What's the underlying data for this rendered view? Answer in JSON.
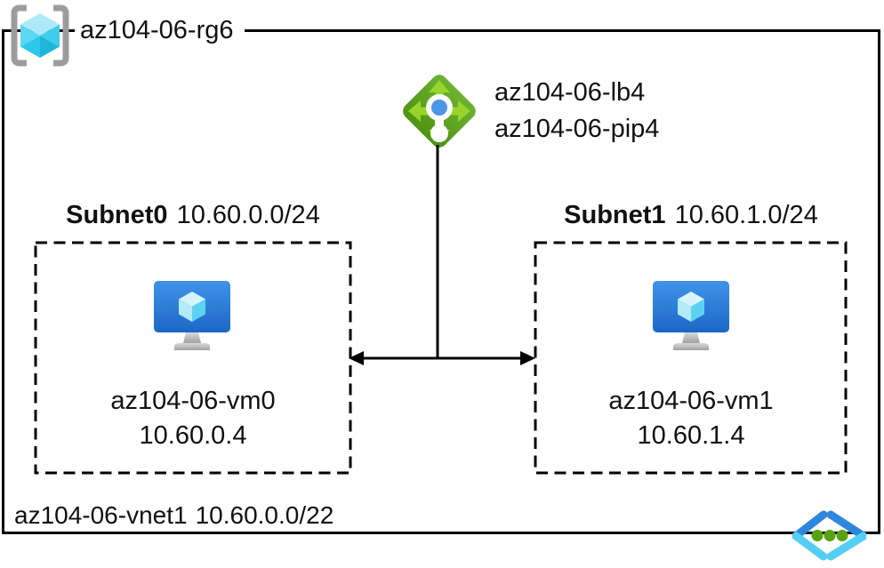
{
  "resource_group": {
    "name": "az104-06-rg6"
  },
  "load_balancer": {
    "name": "az104-06-lb4",
    "public_ip": "az104-06-pip4"
  },
  "subnets": [
    {
      "name": "Subnet0",
      "cidr": "10.60.0.0/24",
      "vm": {
        "name": "az104-06-vm0",
        "ip": "10.60.0.4"
      }
    },
    {
      "name": "Subnet1",
      "cidr": "10.60.1.0/24",
      "vm": {
        "name": "az104-06-vm1",
        "ip": "10.60.1.4"
      }
    }
  ],
  "vnet": {
    "name": "az104-06-vnet1",
    "cidr": "10.60.0.0/22"
  },
  "icons": {
    "resource_group": "resource-group-icon",
    "load_balancer": "load-balancer-icon",
    "virtual_machine": "virtual-machine-icon",
    "virtual_network": "virtual-network-icon"
  },
  "colors": {
    "outline": "#000000",
    "lb_diamond_green": "#5b9e2d",
    "lb_arrow_green": "#96d62c",
    "lb_dot_blue": "#4b96e8",
    "vm_screen_blue": "#2a7ad0",
    "cube_cyan": "#32bedd",
    "bracket_gray": "#9c9c9c",
    "vnet_dark_blue": "#2e86dd",
    "vnet_light_blue": "#54cef5",
    "vnet_dot_green": "#55a310"
  }
}
